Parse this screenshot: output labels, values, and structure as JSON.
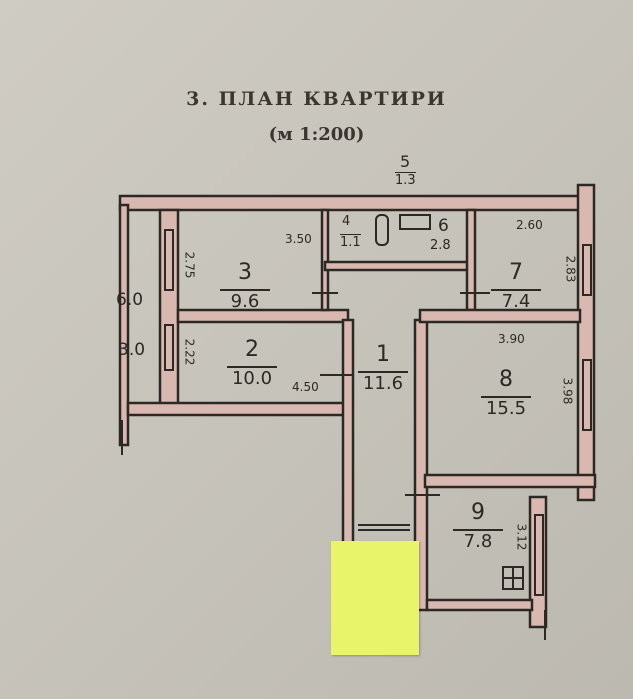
{
  "header": {
    "title": "3. ПЛАН КВАРТИРИ",
    "scale": "(м 1:200)"
  },
  "rooms": [
    {
      "number": "1",
      "area": "11.6"
    },
    {
      "number": "2",
      "area": "10.0"
    },
    {
      "number": "3",
      "area": "9.6"
    },
    {
      "number": "4",
      "area": "1.1"
    },
    {
      "number": "5",
      "area": "1.3"
    },
    {
      "number": "6",
      "area": "2.8"
    },
    {
      "number": "7",
      "area": "7.4"
    },
    {
      "number": "8",
      "area": "15.5"
    },
    {
      "number": "9",
      "area": "7.8"
    }
  ],
  "balcony": {
    "total": "6.0",
    "area": "3.0"
  },
  "dimensions": {
    "room3_width": "3.50",
    "room3_depth": "2.75",
    "room2_depth": "2.22",
    "room2_width": "4.50",
    "room7_width": "2.60",
    "room7_depth": "2.83",
    "room8_width": "3.90",
    "room8_depth": "3.98",
    "room9_depth": "3.12"
  },
  "colors": {
    "paper": "#c9c6bd",
    "ink": "#2c2824",
    "wall_fill": "#d8b8b0",
    "sticky_note": "#e8f56a"
  }
}
